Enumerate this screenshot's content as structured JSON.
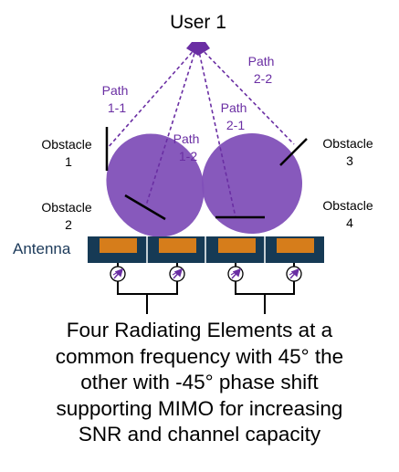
{
  "user_label": "User 1",
  "paths": [
    {
      "line1": "Path",
      "line2": "1-1"
    },
    {
      "line1": "Path",
      "line2": "1-2"
    },
    {
      "line1": "Path",
      "line2": "2-1"
    },
    {
      "line1": "Path",
      "line2": "2-2"
    }
  ],
  "obstacles": [
    {
      "line1": "Obstacle",
      "line2": "1"
    },
    {
      "line1": "Obstacle",
      "line2": "2"
    },
    {
      "line1": "Obstacle",
      "line2": "3"
    },
    {
      "line1": "Obstacle",
      "line2": "4"
    }
  ],
  "antenna_label": "Antenna",
  "caption_lines": [
    "Four Radiating Elements at a",
    "common frequency with 45° the",
    "other with -45° phase shift",
    "supporting MIMO for increasing",
    "SNR and channel capacity"
  ],
  "colors": {
    "path": "#6a2ea3",
    "lobe": "#8150b8",
    "array": "#163a55",
    "element": "#d67d1b",
    "antenna_label": "#1c3a5a"
  }
}
